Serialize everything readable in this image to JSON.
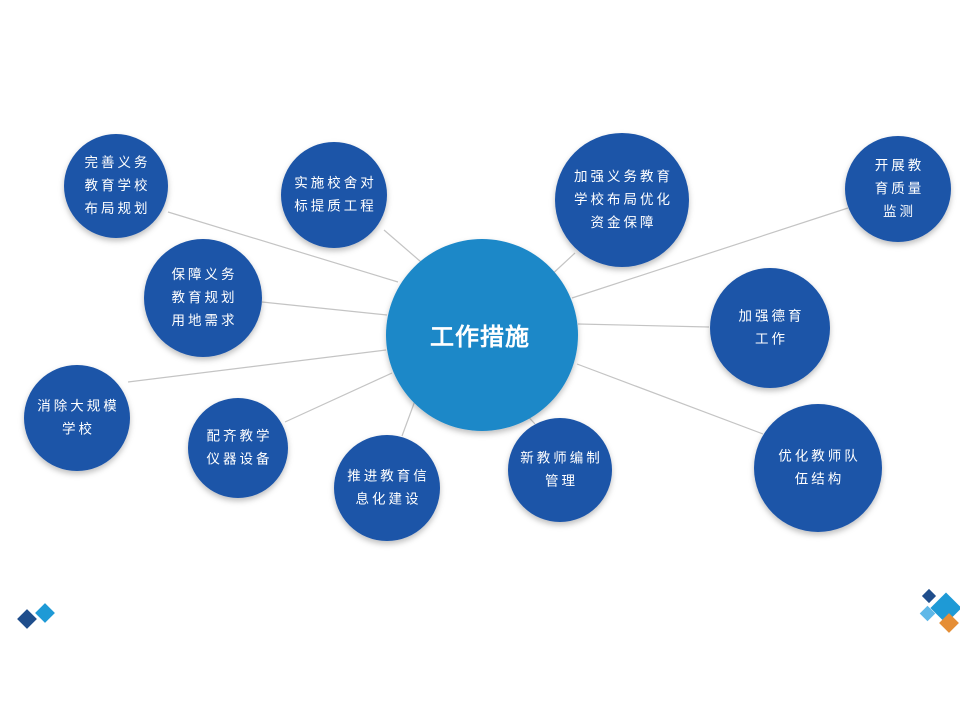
{
  "diagram": {
    "center": {
      "label": "工作措施"
    },
    "colors": {
      "center_fill": "#1e88c8",
      "node_fill": "#1c54a8",
      "connector": "#c4c4c4",
      "accent_orange": "#e58e36"
    },
    "nodes": [
      {
        "id": "n1",
        "lines": [
          "完善义务",
          "教育学校",
          "布局规划"
        ]
      },
      {
        "id": "n2",
        "lines": [
          "实施校舍对",
          "标提质工程"
        ]
      },
      {
        "id": "n3",
        "lines": [
          "加强义务教育",
          "学校布局优化",
          "资金保障"
        ]
      },
      {
        "id": "n4",
        "lines": [
          "开展教",
          "育质量",
          "监测"
        ]
      },
      {
        "id": "n5",
        "lines": [
          "保障义务",
          "教育规划",
          "用地需求"
        ]
      },
      {
        "id": "n6",
        "lines": [
          "加强德育",
          "工作"
        ]
      },
      {
        "id": "n7",
        "lines": [
          "消除大规模",
          "学校"
        ]
      },
      {
        "id": "n8",
        "lines": [
          "配齐教学",
          "仪器设备"
        ]
      },
      {
        "id": "n9",
        "lines": [
          "推进教育信",
          "息化建设"
        ]
      },
      {
        "id": "n10",
        "lines": [
          "新教师编制",
          "管理"
        ]
      },
      {
        "id": "n11",
        "lines": [
          "优化教师队",
          "伍结构"
        ]
      }
    ]
  }
}
